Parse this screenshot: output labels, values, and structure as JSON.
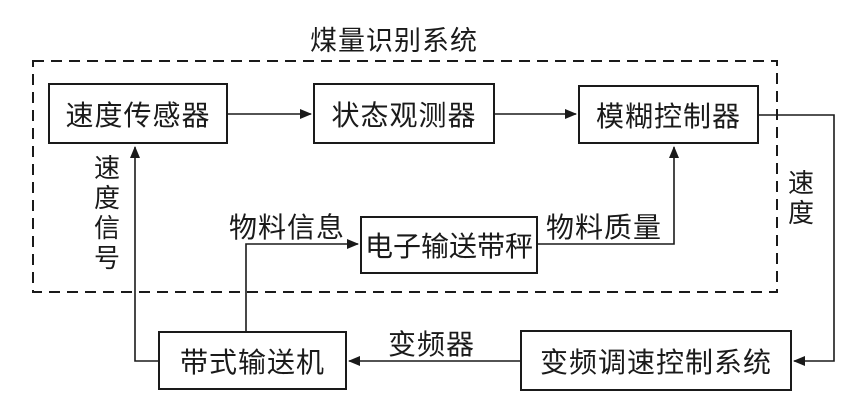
{
  "title": "煤量识别系统",
  "boxes": {
    "speed_sensor": "速度传感器",
    "state_observer": "状态观测器",
    "fuzzy_controller": "模糊控制器",
    "belt_scale": "电子输送带秤",
    "belt_conveyor": "带式输送机",
    "vfd_control_system": "变频调速控制系统"
  },
  "labels": {
    "speed_signal": "速度信号",
    "material_info": "物料信息",
    "material_mass": "物料质量",
    "frequency_converter": "变频器",
    "speed": "速度"
  },
  "colors": {
    "line": "#1a1a1a",
    "background": "#ffffff"
  }
}
